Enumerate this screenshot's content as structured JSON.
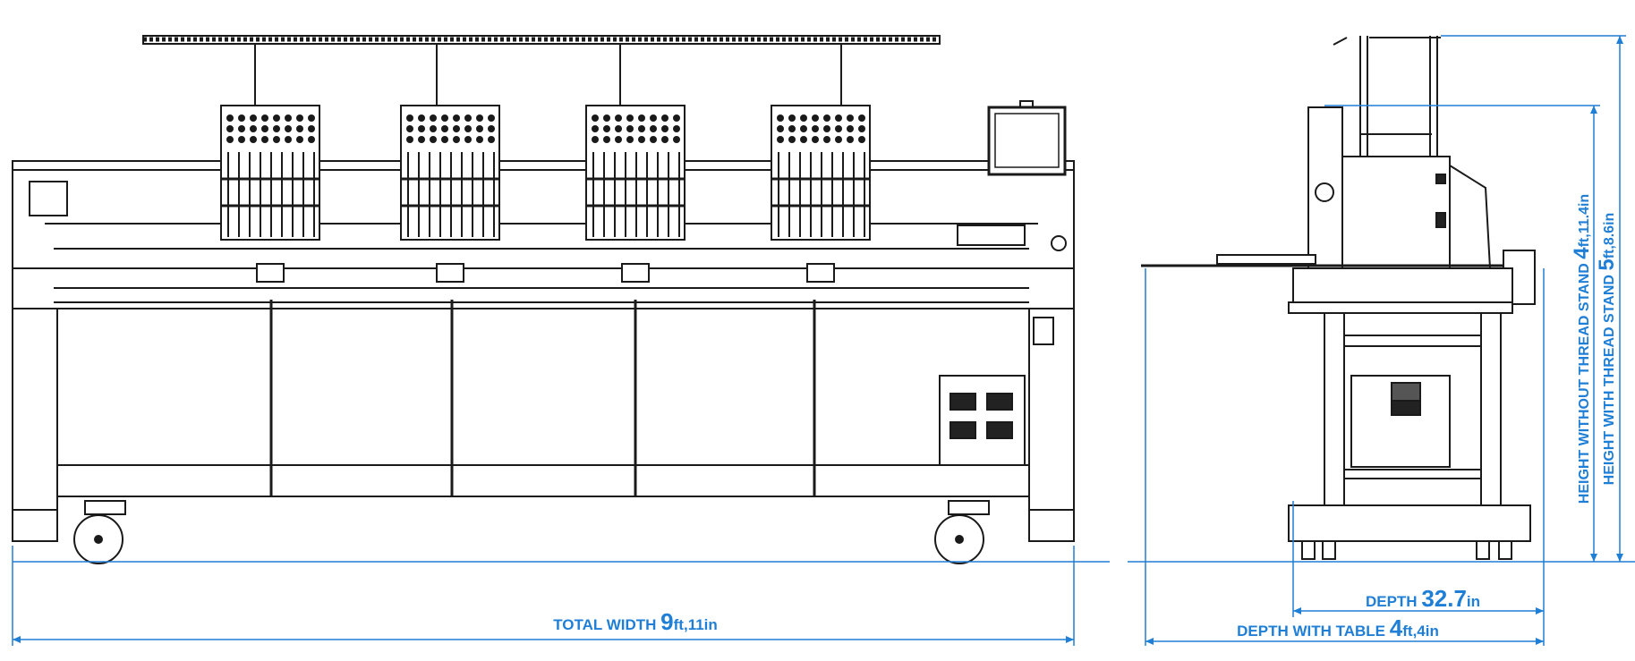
{
  "diagram": {
    "views": [
      "front",
      "side"
    ],
    "dimensions": {
      "total_width": {
        "label": "TOTAL WIDTH",
        "major": "9",
        "unit1": "ft",
        "sep": ",",
        "minor": "11in"
      },
      "depth": {
        "label": "DEPTH",
        "major": "32.7",
        "unit1": "in"
      },
      "depth_with_table": {
        "label": "DEPTH WITH TABLE",
        "major": "4",
        "unit1": "ft",
        "sep": ",",
        "minor": "4in"
      },
      "height_without_stand": {
        "label": "HEIGHT WITHOUT THREAD STAND",
        "major": "4",
        "unit1": "ft",
        "sep": ",",
        "minor": "11.4in"
      },
      "height_with_stand": {
        "label": "HEIGHT WITH THREAD STAND",
        "major": "5",
        "unit1": "ft",
        "sep": ",",
        "minor": "8.6in"
      }
    },
    "colors": {
      "dimension": "#1f7fd6",
      "line": "#1a1a1a",
      "panel": "#222222"
    }
  }
}
